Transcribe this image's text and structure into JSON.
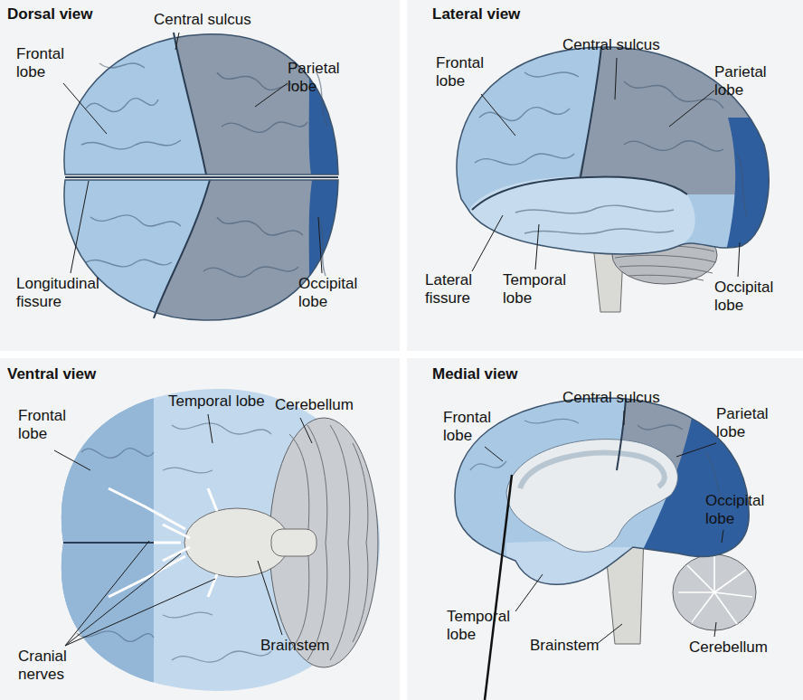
{
  "diagram": {
    "labels": [
      "Dorsal view",
      "Frontal lobe",
      "Central sulcus",
      "Parietal lobe",
      "Longitudinal fissure",
      "Occipital lobe",
      "Lateral view",
      "Frontal lobe",
      "Central sulcus",
      "Parietal lobe",
      "Lateral fissure",
      "Temporal lobe",
      "Occipital lobe",
      "Ventral view",
      "Frontal lobe",
      "Temporal lobe",
      "Cerebellum",
      "Cranial nerves",
      "Brainstem",
      "Medial view",
      "Frontal lobe",
      "Central sulcus",
      "Parietal lobe",
      "Occipital lobe",
      "Temporal lobe",
      "Brainstem",
      "Cerebellum"
    ]
  }
}
